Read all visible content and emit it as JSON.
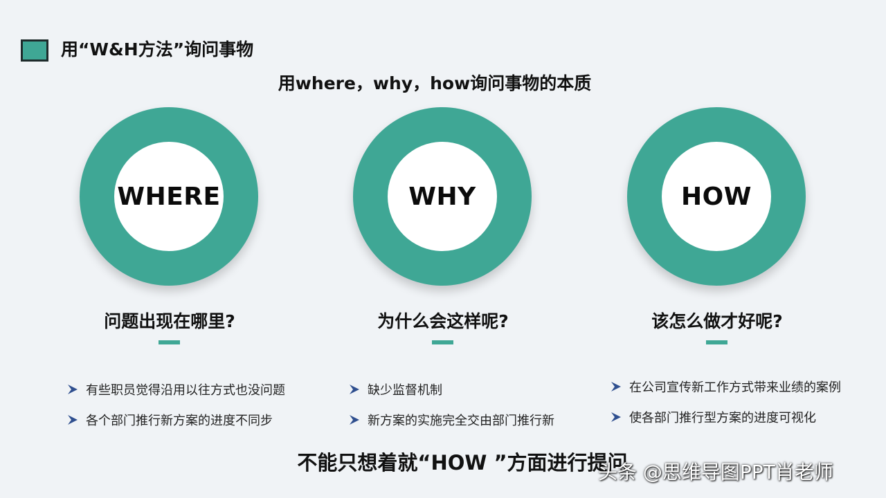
{
  "header": {
    "title": "用“W&H方法”询问事物",
    "box_color": "#3fa795"
  },
  "subtitle": "用where，why，how询问事物的本质",
  "accent_color": "#3fa795",
  "columns": [
    {
      "ring_label": "WHERE",
      "question": "问题出现在哪里?",
      "bullets": [
        "有些职员觉得沿用以往方式也没问题",
        "各个部门推行新方案的进度不同步"
      ]
    },
    {
      "ring_label": "WHY",
      "question": "为什么会这样呢?",
      "bullets": [
        "缺少监督机制",
        "新方案的实施完全交由部门推行新"
      ]
    },
    {
      "ring_label": "HOW",
      "question": "该怎么做才好呢?",
      "bullets": [
        "在公司宣传新工作方式带来业绩的案例",
        "使各部门推行型方案的进度可视化"
      ]
    }
  ],
  "bullet_icon": "arrow-right-icon",
  "bottom_statement": "不能只想着就“HOW ”方面进行提问",
  "watermark": "头条 @思维导图PPT肖老师"
}
